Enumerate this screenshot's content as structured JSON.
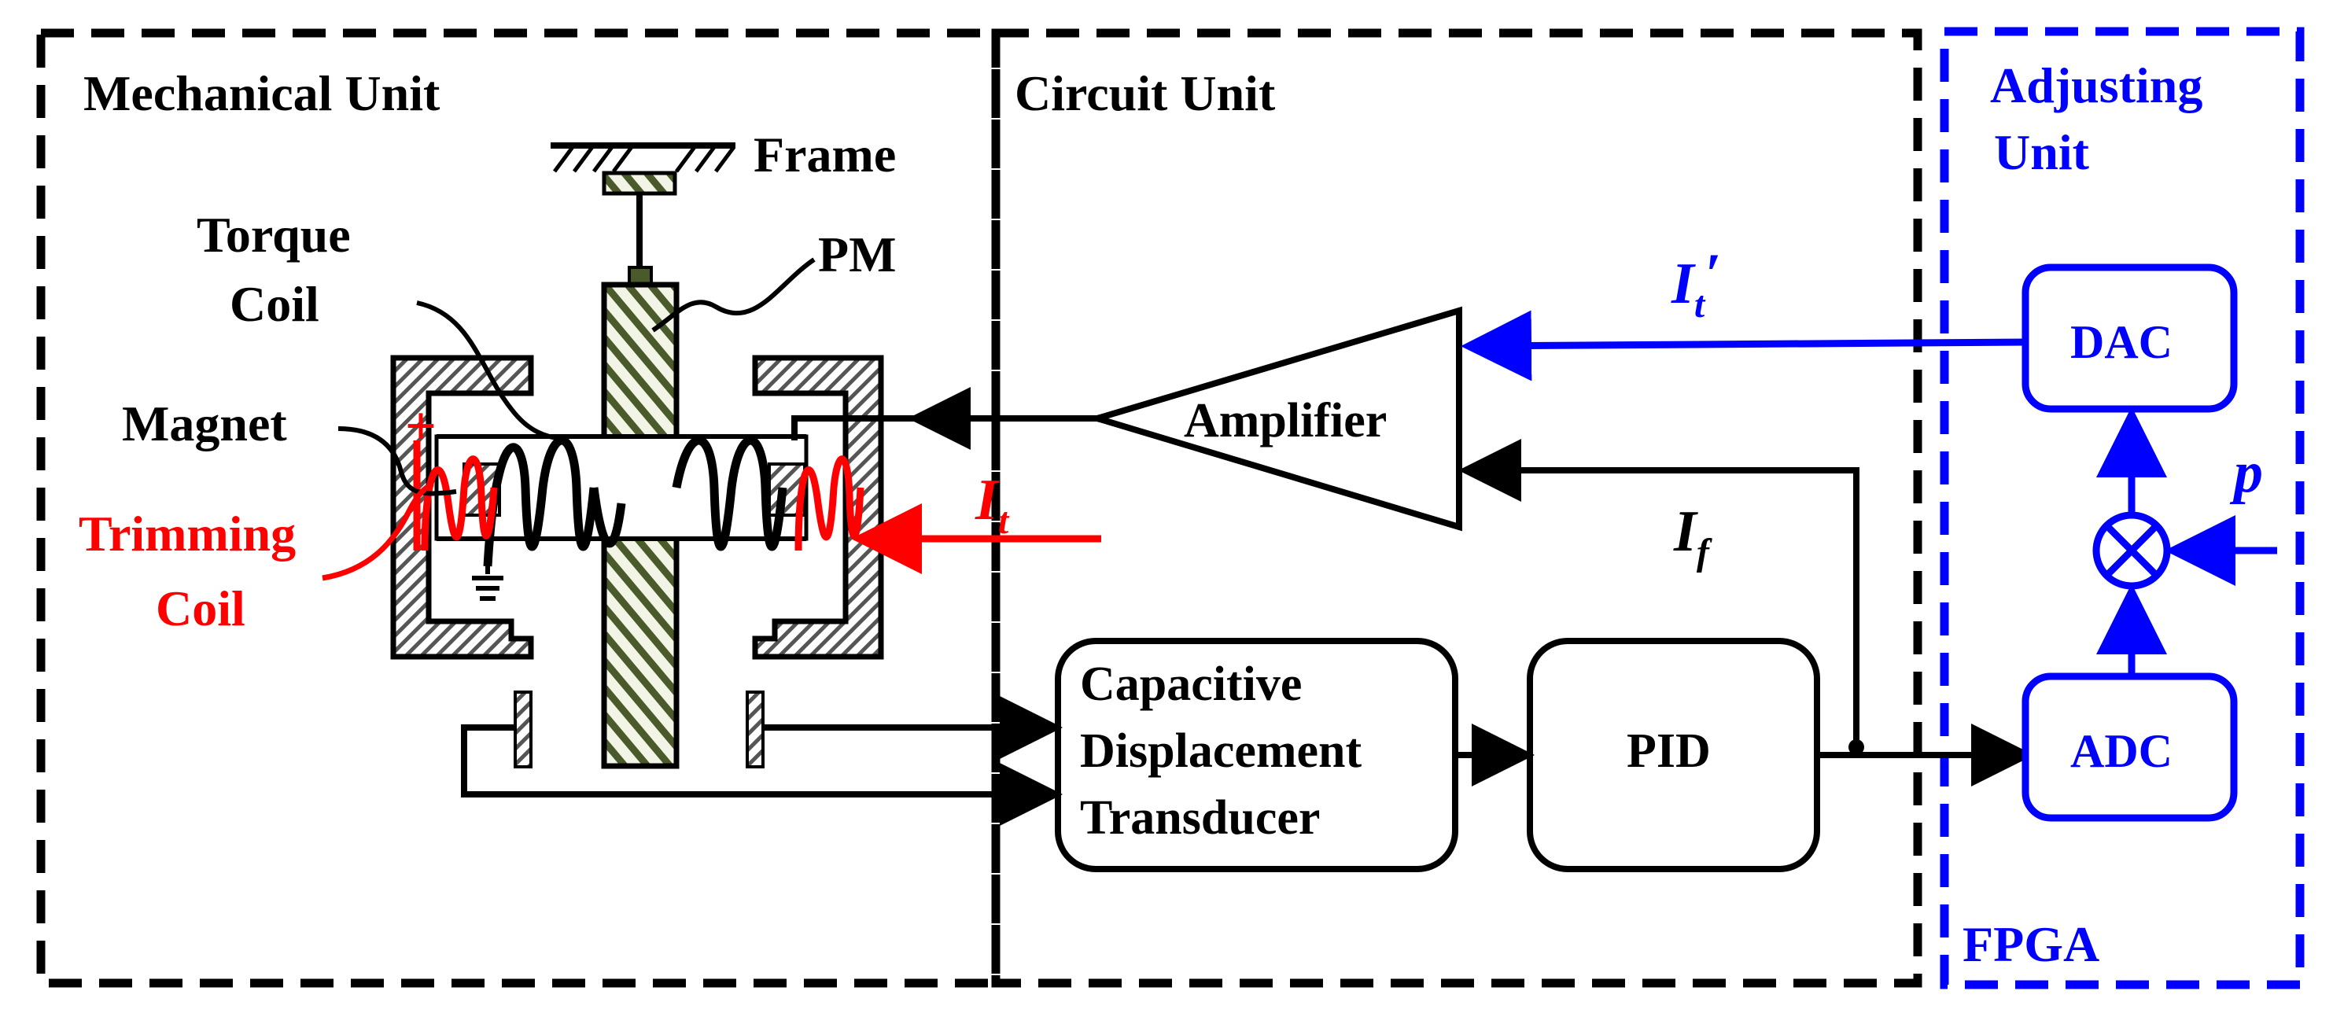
{
  "units": {
    "mechanical": "Mechanical Unit",
    "circuit": "Circuit Unit",
    "adjusting_line1": "Adjusting",
    "adjusting_line2": "Unit",
    "fpga": "FPGA"
  },
  "mechanical_labels": {
    "frame": "Frame",
    "pm": "PM",
    "torque_coil_line1": "Torque",
    "torque_coil_line2": "Coil",
    "magnet": "Magnet",
    "trimming_coil_line1": "Trimming",
    "trimming_coil_line2": "Coil",
    "plus_sign": "+"
  },
  "blocks": {
    "amplifier": "Amplifier",
    "transducer_line1": "Capacitive",
    "transducer_line2": "Displacement",
    "transducer_line3": "Transducer",
    "pid": "PID",
    "dac": "DAC",
    "adc": "ADC",
    "multiplier_symbol": "⊗"
  },
  "signals": {
    "it_prime_main": "I",
    "it_prime_sub": "t",
    "it_prime_mark": "′",
    "it_main": "I",
    "it_sub": "t",
    "if_main": "I",
    "if_sub": "f",
    "p": "p"
  },
  "colors": {
    "black": "#000000",
    "red": "#ff0000",
    "blue": "#0000ff",
    "hatch_green": "#4a5a2a"
  },
  "icons": {
    "multiplier": "multiplier-circle-icon",
    "ground": "ground-icon",
    "frame_hatch": "hatched-ground-icon"
  }
}
